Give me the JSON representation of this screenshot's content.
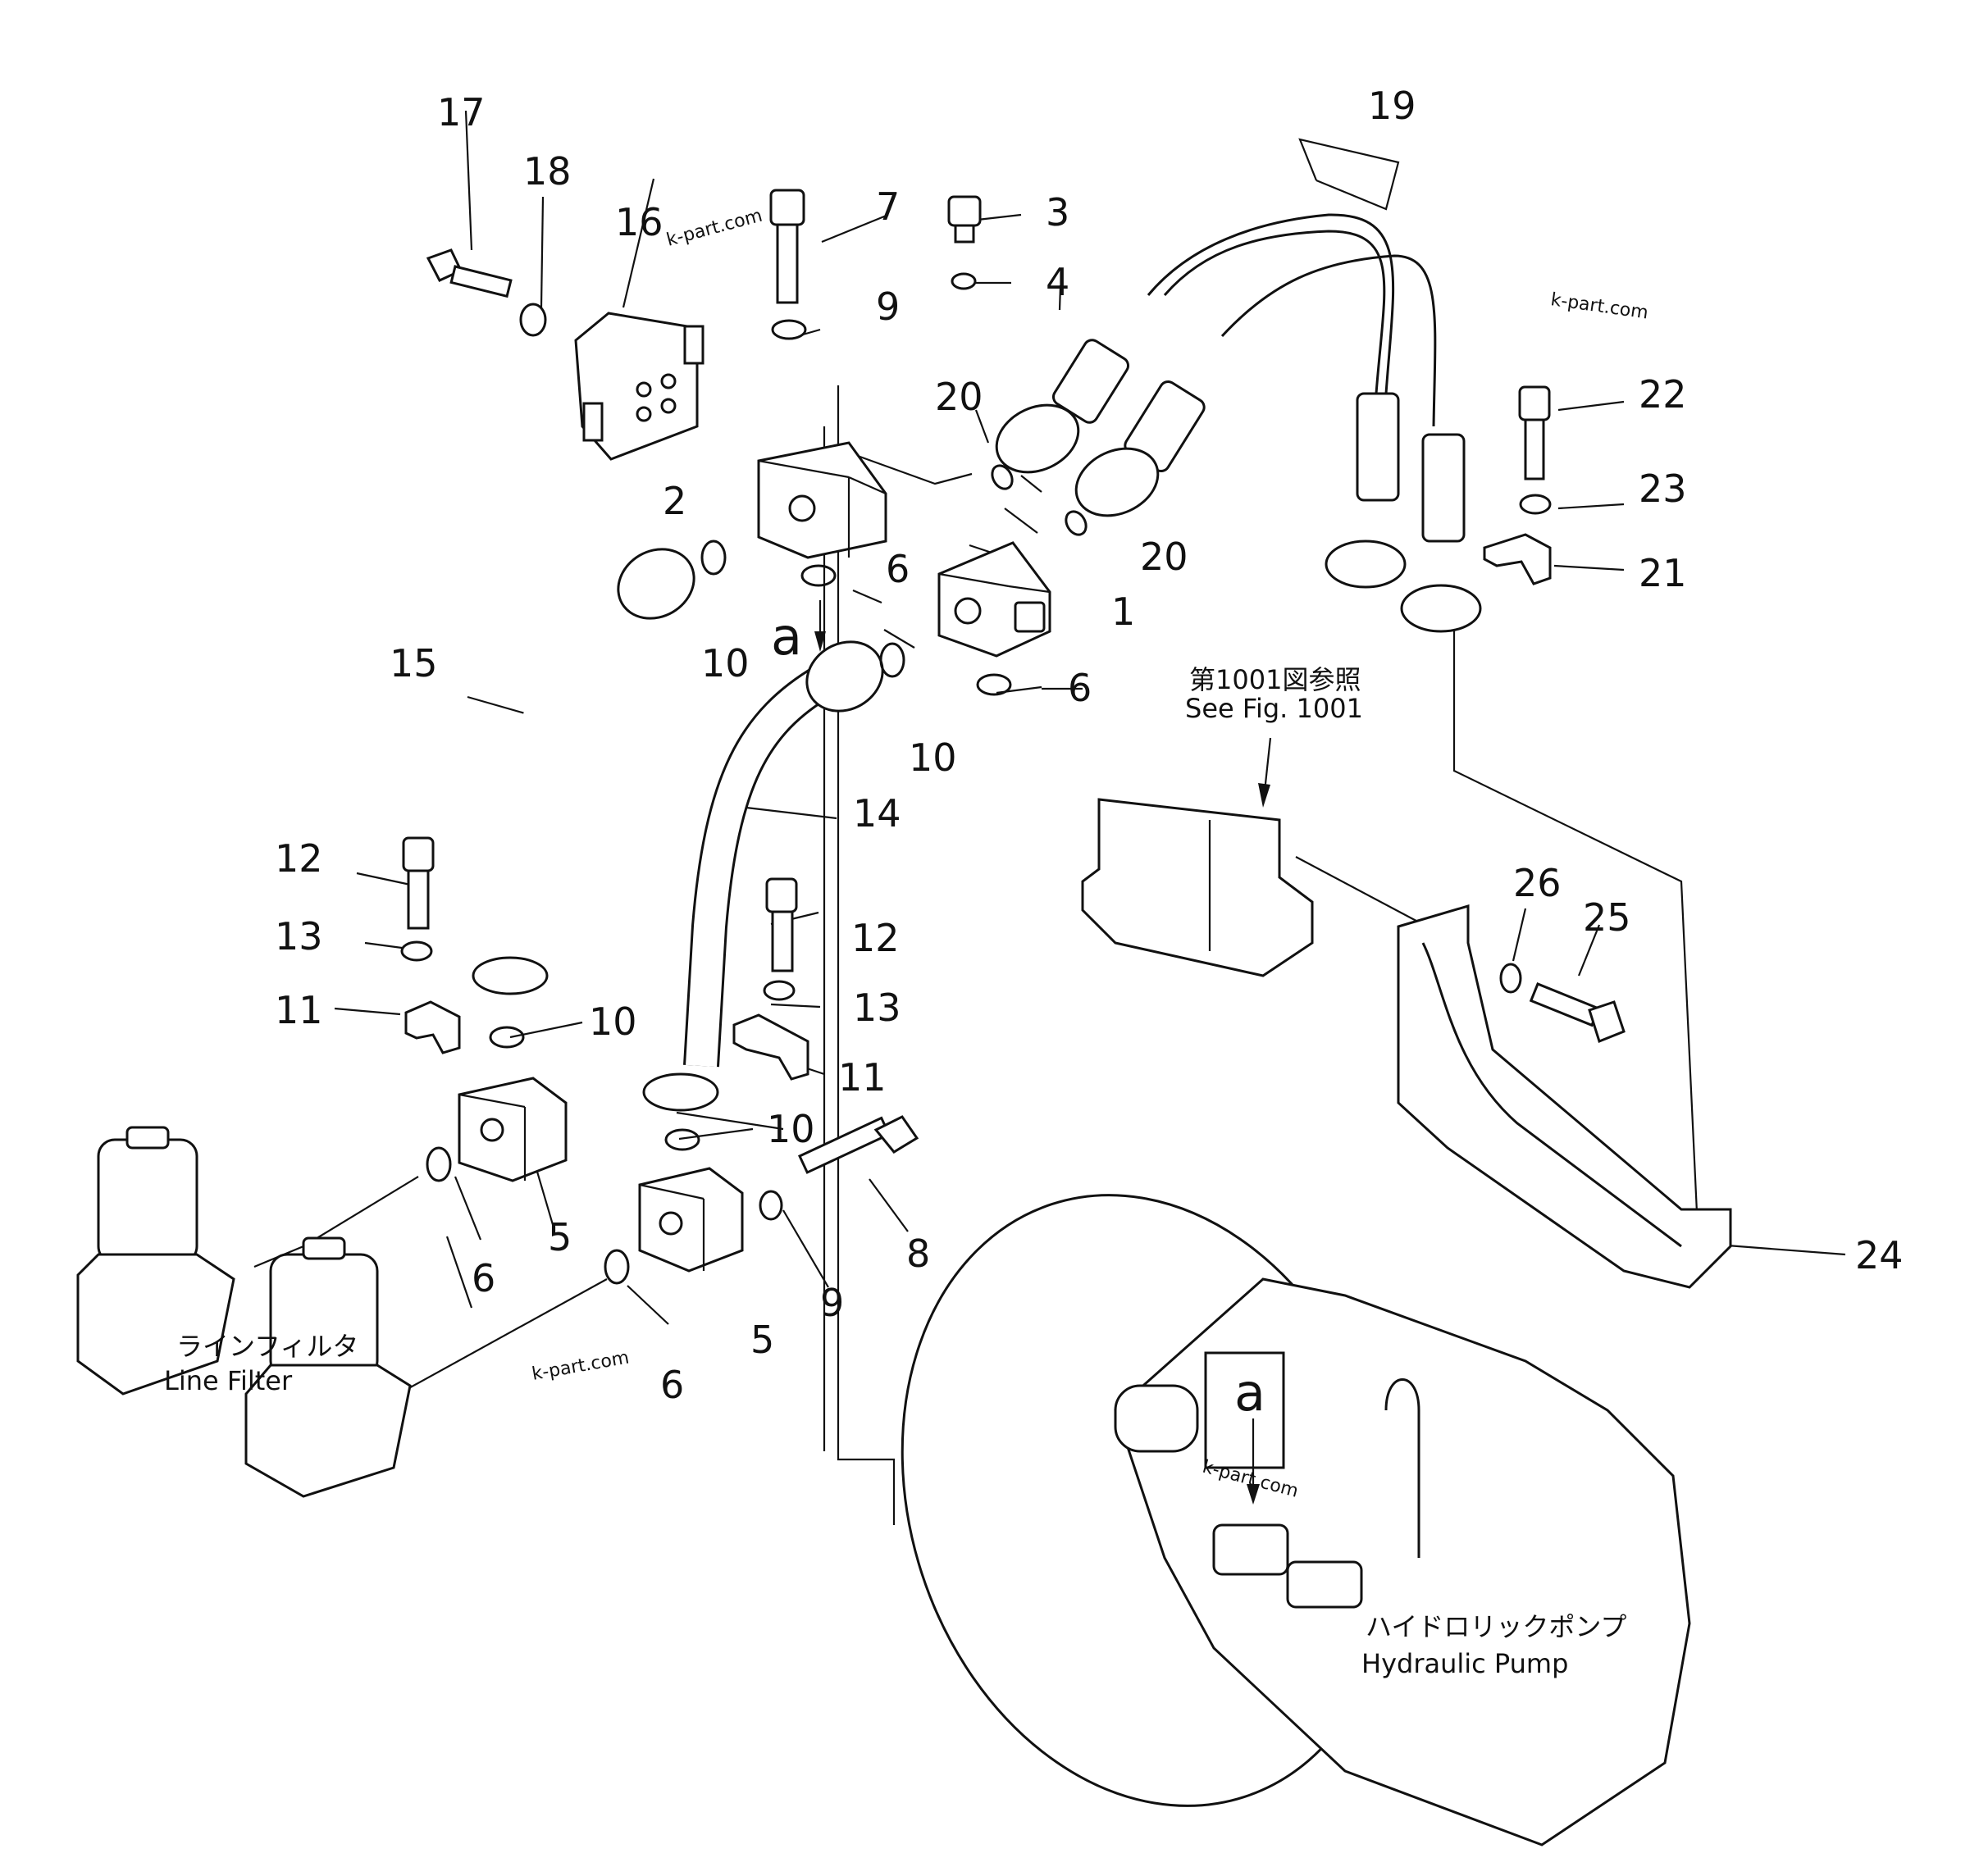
{
  "part_numbers": [
    "17",
    "18",
    "16",
    "7",
    "3",
    "4",
    "9",
    "19",
    "20",
    "2",
    "6",
    "10",
    "1",
    "15",
    "14",
    "12",
    "13",
    "11",
    "8",
    "5",
    "22",
    "23",
    "21",
    "26",
    "25",
    "24"
  ],
  "text": {
    "letter_a": "a",
    "see_fig_jp": "第1001図参照",
    "see_fig_en": "See  Fig. 1001",
    "line_filter_jp": "ラインフィルタ",
    "line_filter_en": "Line  Filter",
    "pump_jp": "ハイドロリックポンプ",
    "pump_en": "Hydraulic  Pump"
  },
  "watermark": "k-part.com"
}
